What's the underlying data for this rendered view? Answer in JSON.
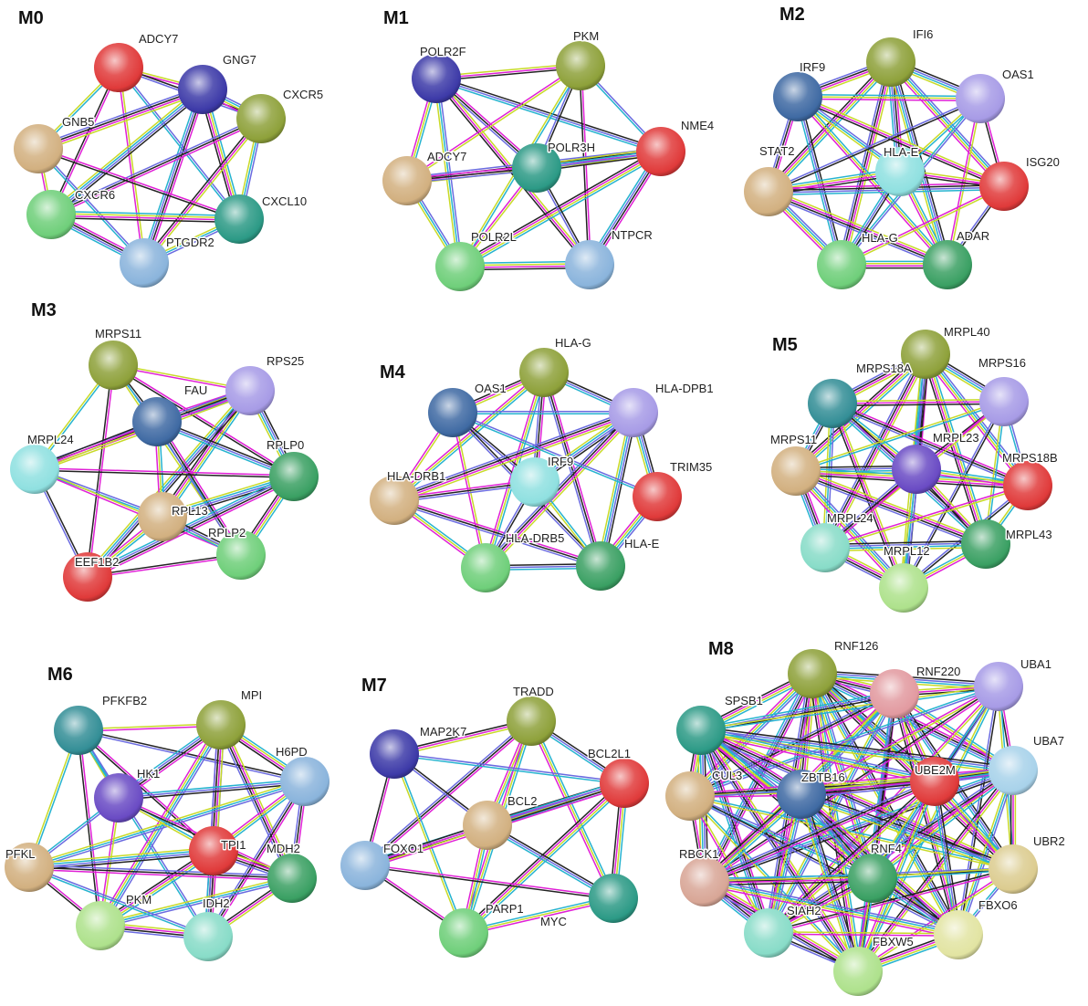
{
  "palette": {
    "red": "#e03a3a",
    "navy": "#3d3aa8",
    "olive": "#8ea13a",
    "tan": "#d2b080",
    "green": "#6fcf7a",
    "teal": "#2c9a86",
    "lightblue": "#8ab4dc",
    "steel": "#3f6aa3",
    "lavender": "#a79be6",
    "cyan": "#8fe0e0",
    "forest": "#3aa063",
    "darkteal": "#338e96",
    "purple": "#6a4bc4",
    "mint": "#88dcc8",
    "lightgreen": "#aee18c",
    "salmon": "#d8a696",
    "pink": "#e29aa0",
    "ltblue2": "#a8d2ea",
    "khaki": "#dccc90",
    "paleyellow": "#e2e4a2",
    "khaki2": "#d9c486",
    "rose": "#e08a8a"
  },
  "edge_colors": [
    "#25b3cf",
    "#c8da27",
    "#e01fd6",
    "#222222",
    "#6a6ae0"
  ],
  "modules": [
    {
      "id": "M0",
      "label": "M0",
      "nodes": [
        {
          "name": "ADCY7",
          "color": "red"
        },
        {
          "name": "GNG7",
          "color": "navy"
        },
        {
          "name": "CXCR5",
          "color": "olive"
        },
        {
          "name": "GNB5",
          "color": "tan"
        },
        {
          "name": "CXCR6",
          "color": "green"
        },
        {
          "name": "CXCL10",
          "color": "teal"
        },
        {
          "name": "PTGDR2",
          "color": "lightblue"
        }
      ]
    },
    {
      "id": "M1",
      "label": "M1",
      "nodes": [
        {
          "name": "POLR2F",
          "color": "navy"
        },
        {
          "name": "PKM",
          "color": "olive"
        },
        {
          "name": "NME4",
          "color": "red"
        },
        {
          "name": "ADCY7",
          "color": "tan"
        },
        {
          "name": "POLR3H",
          "color": "teal"
        },
        {
          "name": "POLR2L",
          "color": "green"
        },
        {
          "name": "NTPCR",
          "color": "lightblue"
        }
      ]
    },
    {
      "id": "M2",
      "label": "M2",
      "nodes": [
        {
          "name": "IFI6",
          "color": "olive"
        },
        {
          "name": "IRF9",
          "color": "steel"
        },
        {
          "name": "OAS1",
          "color": "lavender"
        },
        {
          "name": "STAT2",
          "color": "tan"
        },
        {
          "name": "HLA-E",
          "color": "cyan"
        },
        {
          "name": "ISG20",
          "color": "red"
        },
        {
          "name": "HLA-G",
          "color": "green"
        },
        {
          "name": "ADAR",
          "color": "forest"
        }
      ]
    },
    {
      "id": "M3",
      "label": "M3",
      "nodes": [
        {
          "name": "MRPS11",
          "color": "olive"
        },
        {
          "name": "RPS25",
          "color": "lavender"
        },
        {
          "name": "FAU",
          "color": "steel"
        },
        {
          "name": "MRPL24",
          "color": "cyan"
        },
        {
          "name": "RPLP0",
          "color": "forest"
        },
        {
          "name": "RPL13",
          "color": "tan"
        },
        {
          "name": "RPLP2",
          "color": "green"
        },
        {
          "name": "EEF1B2",
          "color": "red"
        }
      ]
    },
    {
      "id": "M4",
      "label": "M4",
      "nodes": [
        {
          "name": "HLA-G",
          "color": "olive"
        },
        {
          "name": "OAS1",
          "color": "steel"
        },
        {
          "name": "HLA-DPB1",
          "color": "lavender"
        },
        {
          "name": "HLA-DRB1",
          "color": "tan"
        },
        {
          "name": "IRF9",
          "color": "cyan"
        },
        {
          "name": "TRIM35",
          "color": "red"
        },
        {
          "name": "HLA-DRB5",
          "color": "green"
        },
        {
          "name": "HLA-E",
          "color": "forest"
        }
      ]
    },
    {
      "id": "M5",
      "label": "M5",
      "nodes": [
        {
          "name": "MRPL40",
          "color": "olive"
        },
        {
          "name": "MRPS18A",
          "color": "darkteal"
        },
        {
          "name": "MRPS16",
          "color": "lavender"
        },
        {
          "name": "MRPS11",
          "color": "tan"
        },
        {
          "name": "MRPL23",
          "color": "purple"
        },
        {
          "name": "MRPS18B",
          "color": "red"
        },
        {
          "name": "MRPL24",
          "color": "mint"
        },
        {
          "name": "MRPL12",
          "color": "lightgreen"
        },
        {
          "name": "MRPL43",
          "color": "forest"
        }
      ]
    },
    {
      "id": "M6",
      "label": "M6",
      "nodes": [
        {
          "name": "PFKFB2",
          "color": "darkteal"
        },
        {
          "name": "MPI",
          "color": "olive"
        },
        {
          "name": "H6PD",
          "color": "lightblue"
        },
        {
          "name": "HK1",
          "color": "purple"
        },
        {
          "name": "TPI1",
          "color": "red"
        },
        {
          "name": "MDH2",
          "color": "forest"
        },
        {
          "name": "PFKL",
          "color": "tan"
        },
        {
          "name": "PKM",
          "color": "lightgreen"
        },
        {
          "name": "IDH2",
          "color": "mint"
        }
      ]
    },
    {
      "id": "M7",
      "label": "M7",
      "nodes": [
        {
          "name": "TRADD",
          "color": "olive"
        },
        {
          "name": "MAP2K7",
          "color": "navy"
        },
        {
          "name": "BCL2L1",
          "color": "red"
        },
        {
          "name": "BCL2",
          "color": "tan"
        },
        {
          "name": "FOXO1",
          "color": "lightblue"
        },
        {
          "name": "",
          "color": "teal"
        },
        {
          "name": "PARP1",
          "color": "green"
        },
        {
          "name": "MYC",
          "color": "teal"
        }
      ]
    },
    {
      "id": "M8",
      "label": "M8",
      "nodes": [
        {
          "name": "RNF126",
          "color": "olive"
        },
        {
          "name": "RNF220",
          "color": "pink"
        },
        {
          "name": "UBA1",
          "color": "lavender"
        },
        {
          "name": "SPSB1",
          "color": "teal"
        },
        {
          "name": "UBA7",
          "color": "ltblue2"
        },
        {
          "name": "CUL3",
          "color": "tan"
        },
        {
          "name": "ZBTB16",
          "color": "steel"
        },
        {
          "name": "UBE2M",
          "color": "red"
        },
        {
          "name": "UBR2",
          "color": "khaki"
        },
        {
          "name": "RBCK1",
          "color": "salmon"
        },
        {
          "name": "RNF4",
          "color": "forest"
        },
        {
          "name": "SIAH2",
          "color": "mint"
        },
        {
          "name": "FBXO6",
          "color": "paleyellow"
        },
        {
          "name": "FBXW5",
          "color": "lightgreen"
        }
      ]
    }
  ]
}
